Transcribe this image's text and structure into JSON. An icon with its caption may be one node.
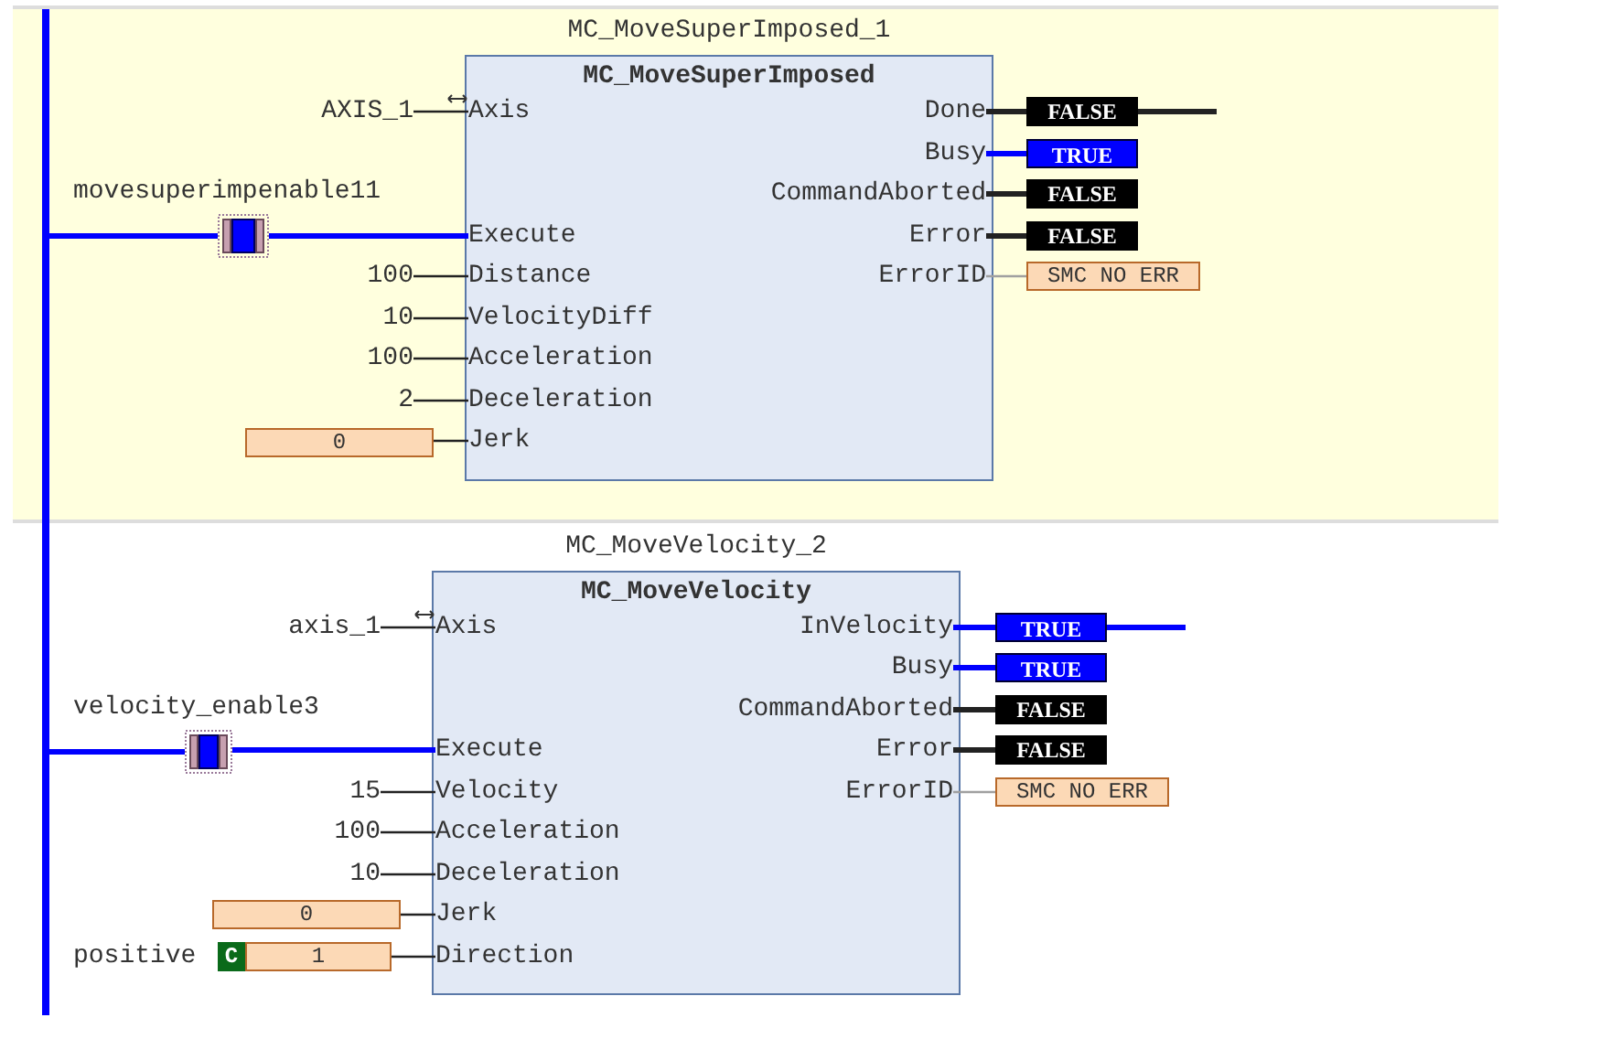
{
  "diagram": {
    "nodes": [
      {
        "text": [],
        "shape": "bar"
      },
      {
        "text": [
          "MC_MoveSuperImposed_1",
          "MC_MoveSuperImposed"
        ]
      },
      {
        "text": [
          "Axis"
        ],
        "in": 1
      },
      {
        "text": [
          "Execute"
        ],
        "in": 1
      },
      {
        "text": [
          "Distance"
        ],
        "in": 1
      },
      {
        "text": [
          "VelocityDiff"
        ],
        "in": 1
      },
      {
        "text": [
          "Acceleration"
        ],
        "in": 1
      },
      {
        "text": [
          "Deceleration"
        ],
        "in": 1
      },
      {
        "text": [
          "Jerk"
        ],
        "in": 1
      },
      {
        "text": [
          "Done"
        ],
        "in": 1
      },
      {
        "text": [
          "Busy"
        ],
        "in": 1
      },
      {
        "text": [
          "CommandAborted"
        ],
        "in": 1
      },
      {
        "text": [
          "Error"
        ],
        "in": 1
      },
      {
        "text": [
          "ErrorID"
        ],
        "in": 1
      },
      {
        "text": [
          "AXIS_1"
        ]
      },
      {
        "text": [],
        "shape": "contact",
        "beside": [
          "movesuperimpenable11"
        ]
      },
      {
        "text": [
          "100"
        ]
      },
      {
        "text": [
          "10"
        ]
      },
      {
        "text": [
          "100"
        ]
      },
      {
        "text": [
          "2"
        ]
      },
      {
        "text": [
          "0"
        ]
      },
      {
        "text": [
          "FALSE"
        ]
      },
      {
        "text": [
          "TRUE"
        ]
      },
      {
        "text": [
          "FALSE"
        ]
      },
      {
        "text": [
          "FALSE"
        ]
      },
      {
        "text": [
          "SMC NO ERR"
        ]
      },
      {
        "text": [
          "MC_MoveVelocity_2",
          "MC_MoveVelocity"
        ]
      },
      {
        "text": [
          "Axis"
        ],
        "in": 26
      },
      {
        "text": [
          "Execute"
        ],
        "in": 26
      },
      {
        "text": [
          "Velocity"
        ],
        "in": 26
      },
      {
        "text": [
          "Acceleration"
        ],
        "in": 26
      },
      {
        "text": [
          "Deceleration"
        ],
        "in": 26
      },
      {
        "text": [
          "Jerk"
        ],
        "in": 26
      },
      {
        "text": [
          "Direction"
        ],
        "in": 26
      },
      {
        "text": [
          "InVelocity"
        ],
        "in": 26
      },
      {
        "text": [
          "Busy"
        ],
        "in": 26
      },
      {
        "text": [
          "CommandAborted"
        ],
        "in": 26
      },
      {
        "text": [
          "Error"
        ],
        "in": 26
      },
      {
        "text": [
          "ErrorID"
        ],
        "in": 26
      },
      {
        "text": [
          "axis_1"
        ]
      },
      {
        "text": [],
        "shape": "contact",
        "beside": [
          "velocity_enable3"
        ]
      },
      {
        "text": [
          "15"
        ]
      },
      {
        "text": [
          "100"
        ]
      },
      {
        "text": [
          "10"
        ]
      },
      {
        "text": [
          "0"
        ]
      },
      {
        "text": [
          "1"
        ],
        "beside": [
          "positive",
          "C"
        ]
      },
      {
        "text": [
          "TRUE"
        ]
      },
      {
        "text": [
          "TRUE"
        ]
      },
      {
        "text": [
          "FALSE"
        ]
      },
      {
        "text": [
          "FALSE"
        ]
      },
      {
        "text": [
          "SMC NO ERR"
        ]
      }
    ],
    "edges": [
      {
        "from": 0,
        "to": 15,
        "arrow": "none",
        "style": "thick",
        "color": "#0000ff"
      },
      {
        "from": 15,
        "to": 3,
        "arrow": "none",
        "style": "thick",
        "color": "#0000ff"
      },
      {
        "from": 14,
        "to": 2,
        "arrow": "other"
      },
      {
        "from": 16,
        "to": 4,
        "arrow": "none"
      },
      {
        "from": 17,
        "to": 5,
        "arrow": "none"
      },
      {
        "from": 18,
        "to": 6,
        "arrow": "none"
      },
      {
        "from": 19,
        "to": 7,
        "arrow": "none"
      },
      {
        "from": 20,
        "to": 8,
        "arrow": "none"
      },
      {
        "from": 9,
        "to": 21,
        "arrow": "none",
        "style": "thick"
      },
      {
        "from": 21,
        "to": null,
        "arrow": "none",
        "style": "thick"
      },
      {
        "from": 10,
        "to": 22,
        "arrow": "none",
        "style": "thick",
        "color": "#0000ff"
      },
      {
        "from": 11,
        "to": 23,
        "arrow": "none",
        "style": "thick"
      },
      {
        "from": 12,
        "to": 24,
        "arrow": "none",
        "style": "thick"
      },
      {
        "from": 13,
        "to": 25,
        "arrow": "none",
        "color": "#a0a0a0"
      },
      {
        "from": 0,
        "to": 40,
        "arrow": "none",
        "style": "thick",
        "color": "#0000ff"
      },
      {
        "from": 40,
        "to": 28,
        "arrow": "none",
        "style": "thick",
        "color": "#0000ff"
      },
      {
        "from": 39,
        "to": 27,
        "arrow": "other"
      },
      {
        "from": 41,
        "to": 29,
        "arrow": "none"
      },
      {
        "from": 42,
        "to": 30,
        "arrow": "none"
      },
      {
        "from": 43,
        "to": 31,
        "arrow": "none"
      },
      {
        "from": 44,
        "to": 32,
        "arrow": "none"
      },
      {
        "from": 45,
        "to": 33,
        "arrow": "none"
      },
      {
        "from": 34,
        "to": 46,
        "arrow": "none",
        "style": "thick",
        "color": "#0000ff"
      },
      {
        "from": 46,
        "to": null,
        "arrow": "none",
        "style": "thick",
        "color": "#0000ff"
      },
      {
        "from": 35,
        "to": 47,
        "arrow": "none",
        "style": "thick",
        "color": "#0000ff"
      },
      {
        "from": 36,
        "to": 48,
        "arrow": "none",
        "style": "thick"
      },
      {
        "from": 37,
        "to": 49,
        "arrow": "none",
        "style": "thick"
      },
      {
        "from": 38,
        "to": 50,
        "arrow": "none",
        "color": "#a0a0a0"
      }
    ]
  }
}
